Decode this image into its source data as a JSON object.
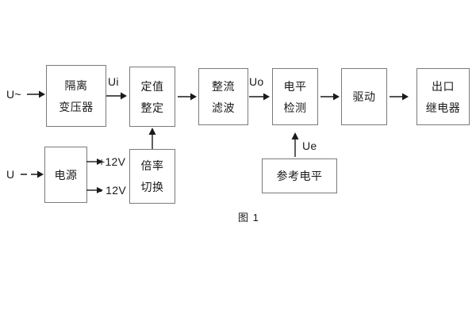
{
  "figure": {
    "caption": "图 1",
    "stroke_color": "#7a7a7a",
    "text_color": "#1a1a1a",
    "background": "#ffffff"
  },
  "blocks": {
    "isolation_transformer": {
      "line1": "隔离",
      "line2": "变压器"
    },
    "setpoint": {
      "line1": "定值",
      "line2": "整定"
    },
    "rectify_filter": {
      "line1": "整流",
      "line2": "滤波"
    },
    "level_detect": {
      "line1": "电平",
      "line2": "检测"
    },
    "drive": {
      "line1": "驱动"
    },
    "output_relay": {
      "line1": "出口",
      "line2": "继电器"
    },
    "power_supply": {
      "line1": "电源"
    },
    "multiplier_switch": {
      "line1": "倍率",
      "line2": "切换"
    },
    "reference_level": {
      "line1": "参考电平"
    }
  },
  "signals": {
    "input_ac": "U~",
    "input_dc": "U",
    "ui": "Ui",
    "uo": "Uo",
    "ue": "Ue",
    "rail_positive": "+12V",
    "rail_negative": "- 12V"
  }
}
